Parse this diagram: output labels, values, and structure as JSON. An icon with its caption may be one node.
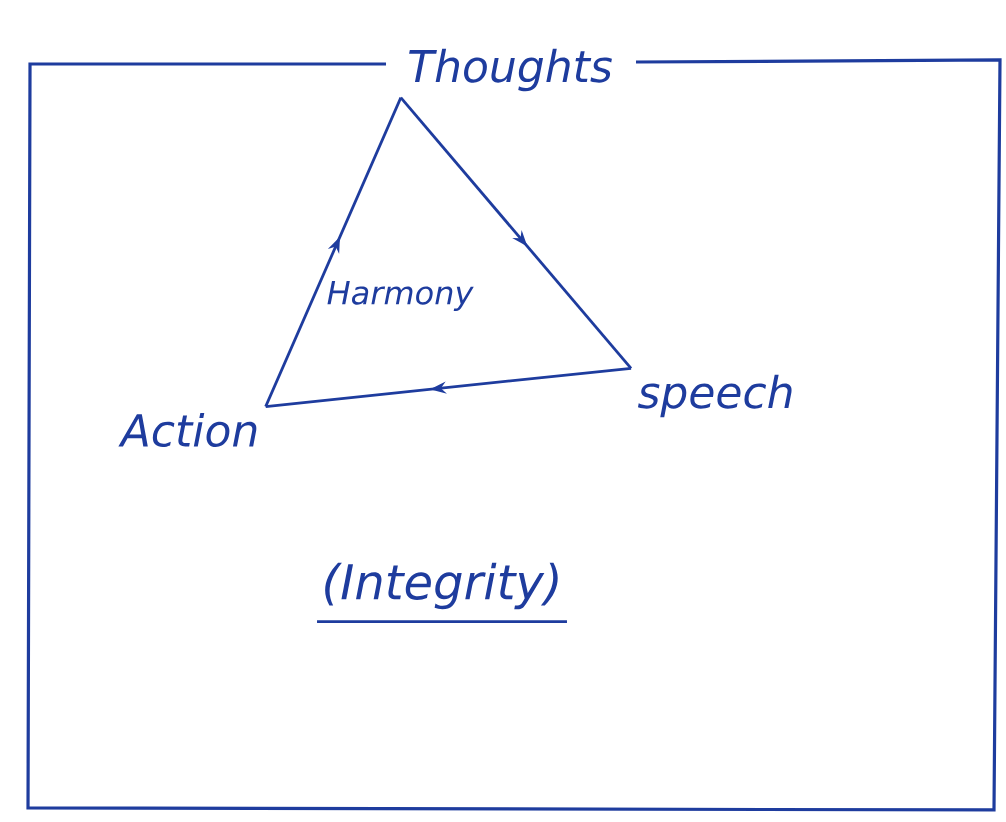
{
  "diagram": {
    "nodes": [
      {
        "text": [
          "Thoughts"
        ]
      },
      {
        "text": [
          "Action"
        ]
      },
      {
        "text": [
          "speech"
        ]
      }
    ],
    "edges": [
      {
        "from": 1,
        "to": 0,
        "arrow": "to"
      },
      {
        "from": 0,
        "to": 2,
        "arrow": "to"
      },
      {
        "from": 2,
        "to": 1,
        "arrow": "to"
      }
    ],
    "labels": [
      "Harmony",
      "(Integrity)"
    ]
  }
}
